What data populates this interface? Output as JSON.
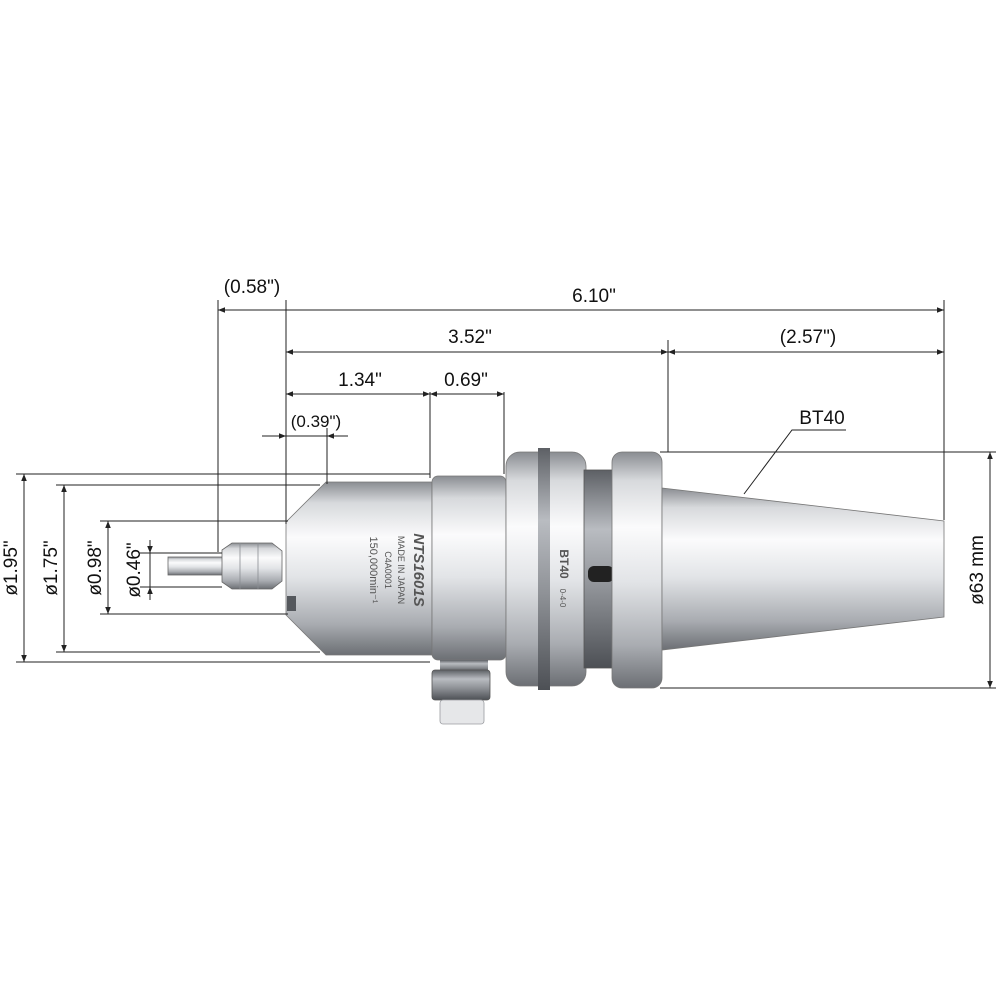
{
  "dimensions": {
    "overall_length": "6.10\"",
    "left_overhang": "(0.58\")",
    "body_length": "3.52\"",
    "taper_length": "(2.57\")",
    "nose_length": "1.34\"",
    "collar_length": "0.69\"",
    "tip_length": "(0.39\")",
    "dia_1": "ø1.95\"",
    "dia_2": "ø1.75\"",
    "dia_3": "ø0.98\"",
    "dia_4": "ø0.46\"",
    "dia_flange": "ø63 mm",
    "taper_label": "BT40"
  },
  "etching": {
    "model": "NTS1601S",
    "origin": "MADE IN JAPAN",
    "serial": "C4A0001",
    "speed": "150,000min⁻¹",
    "flange_mark": "BT40",
    "flange_code": "0-4-0"
  },
  "colors": {
    "line": "#222222",
    "metal_light": "#f4f5f7",
    "metal_mid": "#c9ccd1",
    "metal_dark": "#7d8086"
  }
}
